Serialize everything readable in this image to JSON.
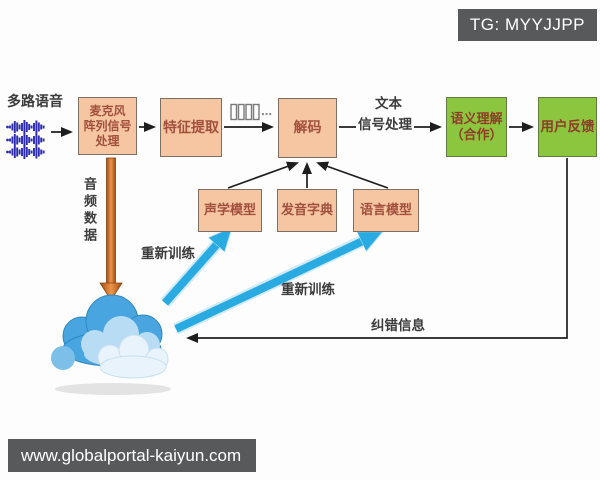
{
  "header": {
    "tg_badge": "TG: MYYJJPP"
  },
  "footer": {
    "site_url": "www.globalportal-kaiyun.com"
  },
  "diagram": {
    "input_label": "多路语音",
    "nodes": {
      "mic_array": "麦克风\n阵列信号\n处理",
      "feature_extract": "特征提取",
      "decode": "解码",
      "semantic": "语义理解\n（合作）",
      "user_feedback": "用户反馈",
      "acoustic_model": "声学模型",
      "pronunciation_dict": "发音字典",
      "language_model": "语言模型"
    },
    "labels": {
      "audio_data": "音频数据",
      "text_line1": "文本",
      "text_line2": "信号处理",
      "retrain_left": "重新训练",
      "retrain_right": "重新训练",
      "correction": "纠错信息",
      "feature_dots": "⋯"
    },
    "colors": {
      "peach_box": "#f5c6a1",
      "green_box": "#8cc63e",
      "box_text": "#a2503e",
      "orange_arrow": "#c9651c",
      "blue_arrow": "#29abe2",
      "line": "#222222",
      "badge_bg": "#58595b"
    }
  }
}
